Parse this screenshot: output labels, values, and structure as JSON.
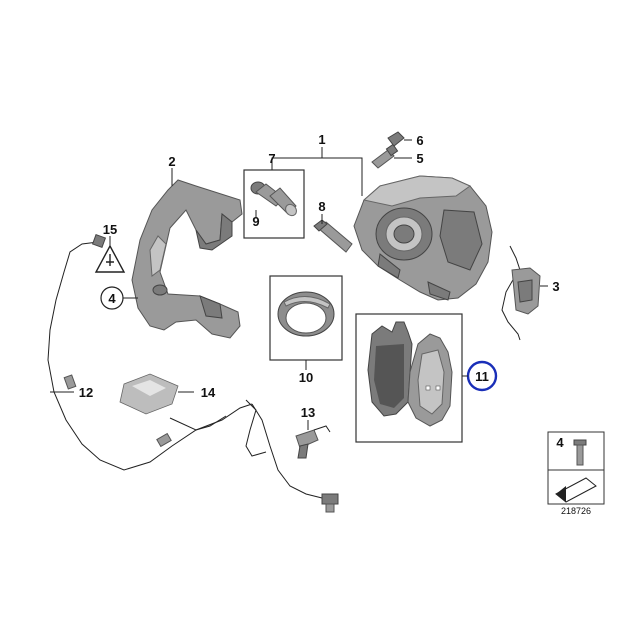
{
  "labels": {
    "l1": "1",
    "l2": "2",
    "l3": "3",
    "l4": "4",
    "l5": "5",
    "l6": "6",
    "l7": "7",
    "l8": "8",
    "l9": "9",
    "l10": "10",
    "l11": "11",
    "l12": "12",
    "l13": "13",
    "l14": "14",
    "l15": "15"
  },
  "legend": {
    "label": "4",
    "diagram_id": "218726"
  },
  "colors": {
    "highlight_ring": "#1a2fb8",
    "part_fill": "#9a9a9a",
    "part_dark": "#7b7b7b"
  }
}
